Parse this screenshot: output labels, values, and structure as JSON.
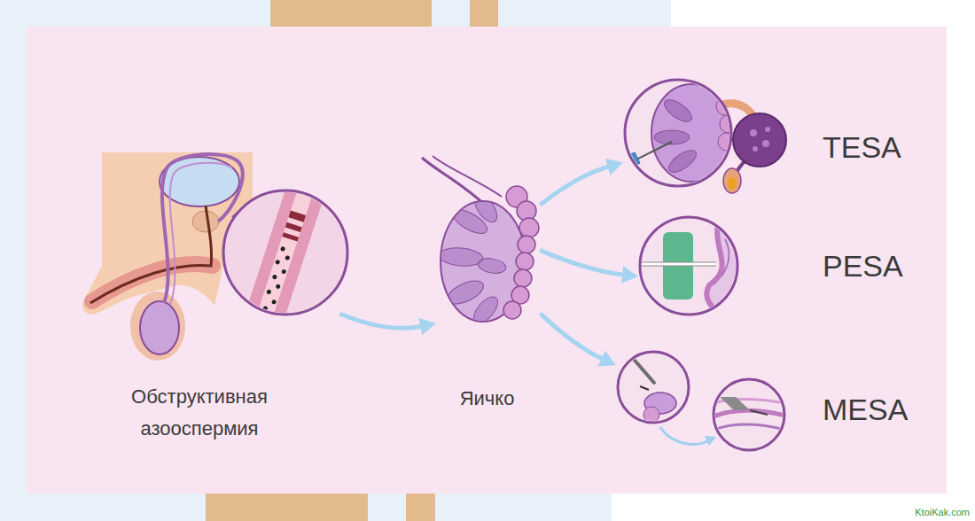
{
  "diagram": {
    "nodes": [
      {
        "text": [
          "Обструктивная азооспермия"
        ]
      },
      {
        "text": [
          "Яичко"
        ]
      },
      {
        "text": [
          "TESA"
        ]
      },
      {
        "text": [
          "PESA"
        ]
      },
      {
        "text": [
          "MESA"
        ]
      }
    ],
    "edges": [
      {
        "from": 0,
        "to": 1,
        "arrow": "to"
      },
      {
        "from": 1,
        "to": 2,
        "arrow": "to"
      },
      {
        "from": 1,
        "to": 3,
        "arrow": "to"
      },
      {
        "from": 1,
        "to": 4,
        "arrow": "to"
      }
    ],
    "labels": [
      "KtoiKak.com"
    ]
  }
}
